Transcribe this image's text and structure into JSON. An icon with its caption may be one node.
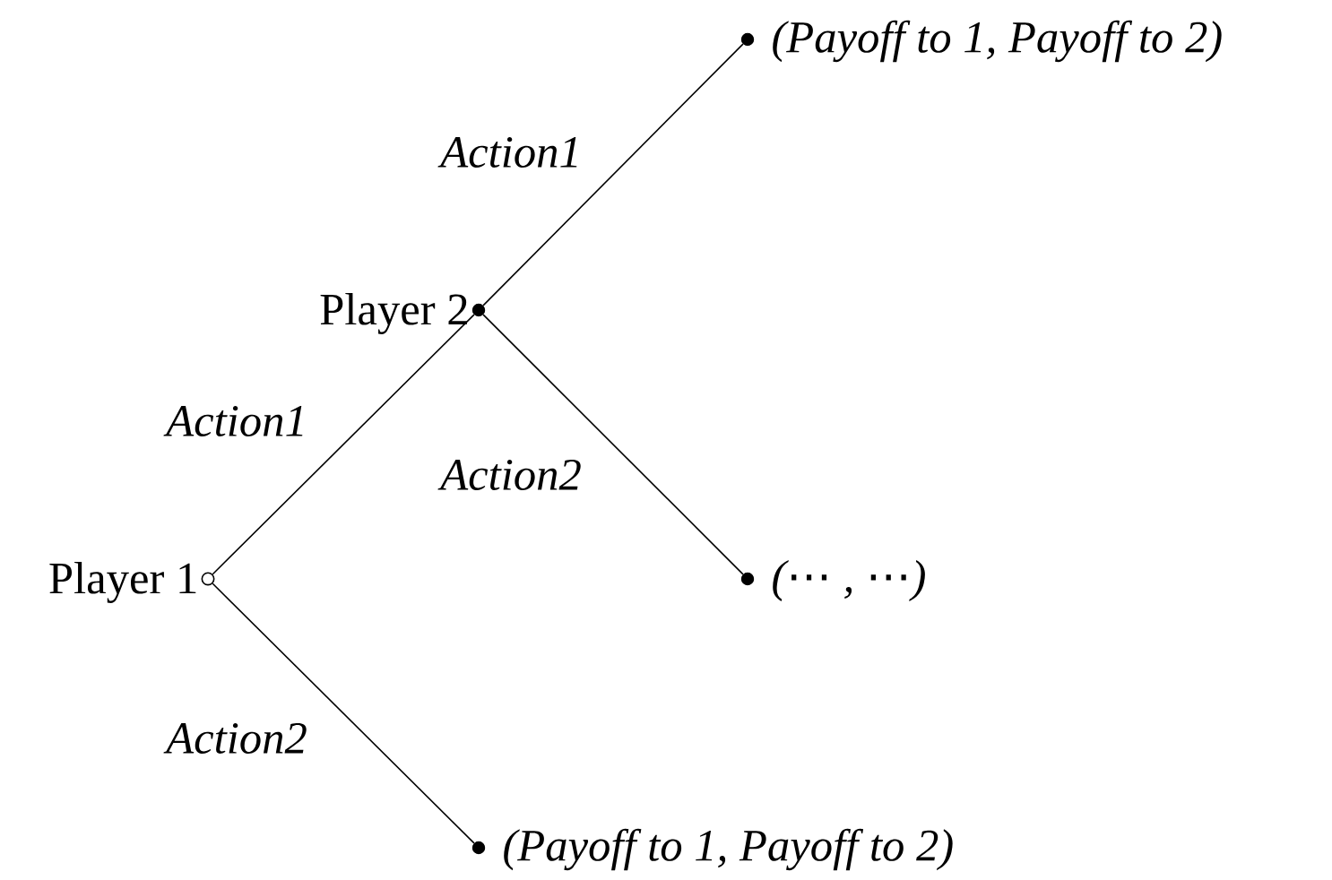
{
  "diagram": {
    "nodes": [
      {
        "text": [],
        "shape": "circle",
        "beside": [
          "Player 1"
        ]
      },
      {
        "text": [],
        "shape": "dot",
        "beside": [
          "Player 2"
        ]
      },
      {
        "text": [],
        "shape": "dot",
        "beside": [
          "(Payoff to 1, Payoff to 2)"
        ]
      },
      {
        "text": [],
        "shape": "dot",
        "beside": [
          "(⋯ , ⋯)"
        ]
      },
      {
        "text": [],
        "shape": "dot",
        "beside": [
          "(Payoff to 1, Payoff to 2)"
        ]
      }
    ],
    "edges": [
      {
        "from": 0,
        "to": 1,
        "arrow": "none",
        "label": "Action1"
      },
      {
        "from": 1,
        "to": 2,
        "arrow": "none",
        "label": "Action1"
      },
      {
        "from": 1,
        "to": 3,
        "arrow": "none",
        "label": "Action2"
      },
      {
        "from": 0,
        "to": 4,
        "arrow": "none",
        "label": "Action2"
      }
    ]
  }
}
